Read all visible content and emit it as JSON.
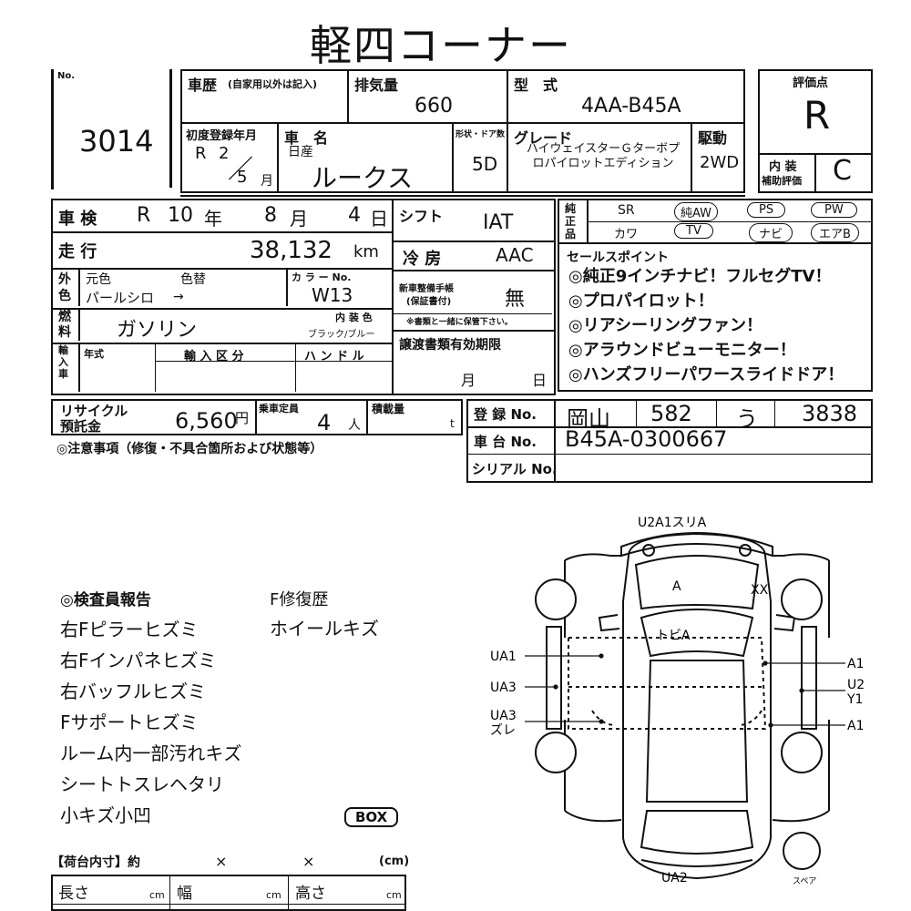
{
  "title": "軽四コーナー",
  "no": {
    "label": "No.",
    "value": "3014"
  },
  "history": {
    "label": "車歴",
    "note": "(自家用以外は記入)"
  },
  "displacement": {
    "label": "排気量",
    "value": "660"
  },
  "model_type": {
    "label": "型　式",
    "value": "4AA-B45A"
  },
  "grade_score": {
    "label": "評価点",
    "value": "R"
  },
  "first_reg": {
    "label": "初度登録年月",
    "era": "R",
    "year": "2",
    "month": "5",
    "month_unit": "月"
  },
  "car_name": {
    "label": "車　名",
    "maker": "日産",
    "value": "ルークス"
  },
  "shape_doors": {
    "label": "形状・ドア数",
    "value": "5D"
  },
  "grade": {
    "label": "グレード",
    "value": "ハイウェイスターＧターボプロパイロットエディション"
  },
  "drive": {
    "label": "駆動",
    "value": "2WD"
  },
  "interior_score": {
    "label1": "内 装",
    "label2": "補助評価",
    "value": "C"
  },
  "inspection": {
    "label": "車 検",
    "era": "R",
    "year": "10",
    "year_unit": "年",
    "month": "8",
    "month_unit": "月",
    "day": "4",
    "day_unit": "日"
  },
  "shift": {
    "label": "シフト",
    "value": "IAT"
  },
  "equipment": {
    "label": "純正品",
    "row1": [
      "SR",
      "純AW",
      "PS",
      "PW"
    ],
    "row2": [
      "カワ",
      "TV",
      "ナビ",
      "エアB"
    ]
  },
  "mileage": {
    "label": "走 行",
    "value": "38,132",
    "unit": "km"
  },
  "ac": {
    "label": "冷 房",
    "value": "AAC"
  },
  "color": {
    "outer_label": "外色",
    "orig_label": "元色",
    "change_label": "色替",
    "value": "パールシロ",
    "arrow": "→",
    "code_label": "カ ラ ー No.",
    "code": "W13"
  },
  "warranty": {
    "label1": "新車整備手帳",
    "label2": "(保証書付)",
    "value": "無",
    "note": "※書類と一緒に保管下さい。"
  },
  "fuel": {
    "label": "燃料",
    "value": "ガソリン",
    "int_label": "内 装 色",
    "int_value": "ブラック/ブルー"
  },
  "sales": {
    "label": "セールスポイント",
    "points": [
      "◎純正9インチナビ！フルセグTV！",
      "◎プロパイロット！",
      "◎リアシーリングファン！",
      "◎アラウンドビューモニター！",
      "◎ハンズフリーパワースライドドア！"
    ]
  },
  "import": {
    "label": "輸入車",
    "year_label": "年式",
    "class_label": "輸 入 区 分",
    "handle_label": "ハ ン ド ル"
  },
  "transfer": {
    "label": "譲渡書類有効期限",
    "month": "月",
    "day": "日"
  },
  "recycle": {
    "label1": "リサイクル",
    "label2": "預託金",
    "value": "6,560",
    "unit": "円"
  },
  "capacity": {
    "label": "乗車定員",
    "value": "4",
    "unit": "人"
  },
  "load": {
    "label": "積載量",
    "unit": "t"
  },
  "registration": {
    "label": "登 録 No.",
    "place": "岡山",
    "class_no": "582",
    "kana": "う",
    "number": "3838"
  },
  "chassis": {
    "label": "車 台 No.",
    "value": "B45A-0300667"
  },
  "serial": {
    "label": "シリアル No."
  },
  "notes_label": "◎注意事項（修復・不具合箇所および状態等）",
  "inspector": {
    "title": "◎検査員報告",
    "items": [
      "右Fピラーヒズミ",
      "右Fインパネヒズミ",
      "右バッフルヒズミ",
      "Fサポートヒズミ",
      "ルーム内一部汚れキズ",
      "シートトスレヘタリ",
      "小キズ小凹"
    ],
    "repair_title": "F修復歴",
    "repair_items": [
      "ホイールキズ"
    ],
    "box": "BOX"
  },
  "cargo": {
    "label": "【荷台内寸】約",
    "x1": "×",
    "x2": "×",
    "unit": "(cm)",
    "len": "長さ",
    "wid": "幅",
    "hei": "高さ",
    "cm": "cm"
  },
  "diagram": {
    "top": "U2A1スリA",
    "a": "A",
    "xx": "XX",
    "tobi": "トビA",
    "left": [
      "UA1",
      "UA3",
      "UA3",
      "ズレ"
    ],
    "right": [
      "A1",
      "U2",
      "Y1",
      "A1"
    ],
    "bottom": "UA2",
    "spare": "スペア"
  }
}
